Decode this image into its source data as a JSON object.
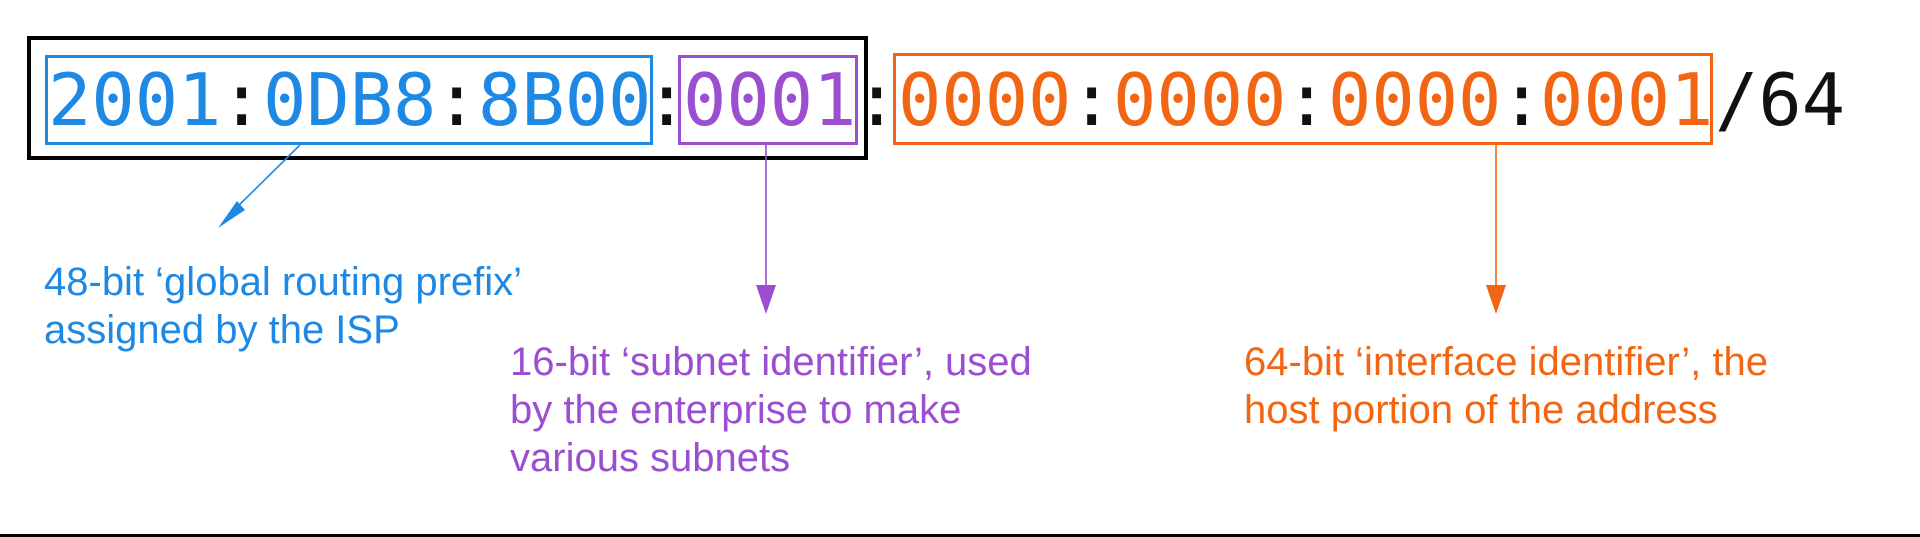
{
  "colors": {
    "prefix": "#1e88e5",
    "subnet": "#9b4fd0",
    "interface": "#f26512",
    "separator": "#111111",
    "network_box": "#000000"
  },
  "address": {
    "group1": "2001",
    "group2": "0DB8",
    "group3": "8B00",
    "subnet": "0001",
    "iid1": "0000",
    "iid2": "0000",
    "iid3": "0000",
    "iid4": "0001",
    "separator": ":",
    "prefix_length": "/64"
  },
  "labels": {
    "prefix": {
      "line1": "48-bit ‘global routing prefix’",
      "line2": "assigned by the ISP"
    },
    "subnet": {
      "line1": "16-bit ‘subnet identifier’, used",
      "line2": "by the enterprise to make",
      "line3": "various subnets"
    },
    "interface": {
      "line1": "64-bit ‘interface identifier’, the",
      "line2": "host portion of the address"
    }
  }
}
